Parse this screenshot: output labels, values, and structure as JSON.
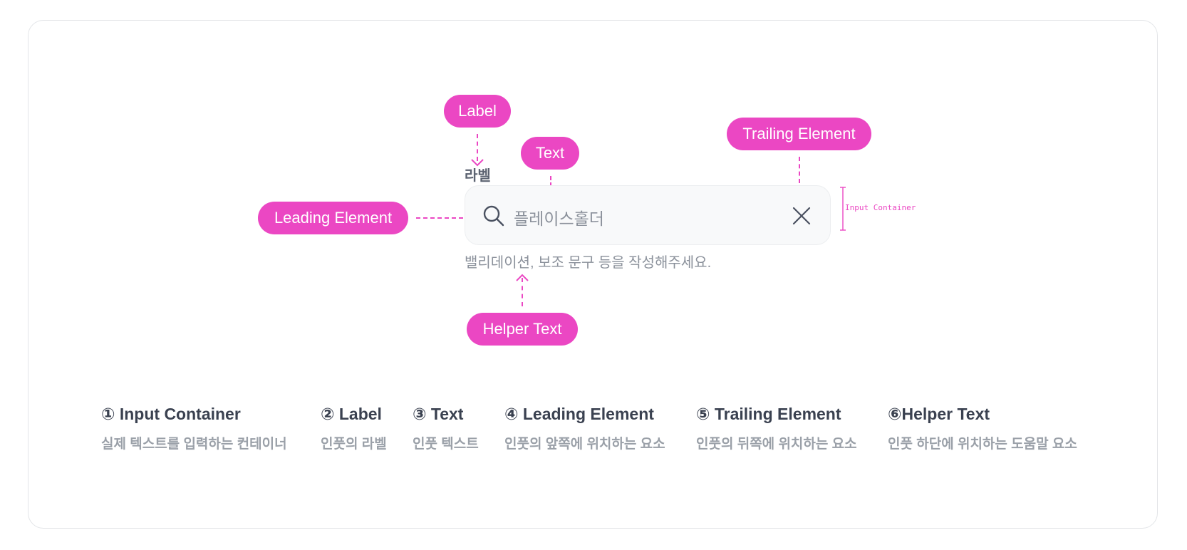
{
  "callouts": {
    "label": "Label",
    "text": "Text",
    "trailing": "Trailing Element",
    "leading": "Leading Element",
    "helper": "Helper Text"
  },
  "input": {
    "label": "라벨",
    "placeholder": "플레이스홀더",
    "leading_icon": "search-icon",
    "trailing_icon": "close-icon",
    "helper_text": "밸리데이션, 보조 문구 등을 작성해주세요."
  },
  "container_annotation": "Input Container",
  "colors": {
    "accent": "#eb47c3",
    "input_bg": "#f8f9fa",
    "title": "#3a4150",
    "muted": "#9aa0a8"
  },
  "legend": [
    {
      "title": "① Input Container",
      "desc": "실제 텍스트를 입력하는 컨테이너"
    },
    {
      "title": "② Label",
      "desc": "인풋의 라벨"
    },
    {
      "title": "③ Text",
      "desc": "인풋 텍스트"
    },
    {
      "title": "④ Leading Element",
      "desc": "인풋의 앞쪽에 위치하는 요소"
    },
    {
      "title": "⑤ Trailing Element",
      "desc": "인풋의 뒤쪽에 위치하는 요소"
    },
    {
      "title": "⑥Helper Text",
      "desc": "인풋 하단에 위치하는 도움말 요소"
    }
  ]
}
